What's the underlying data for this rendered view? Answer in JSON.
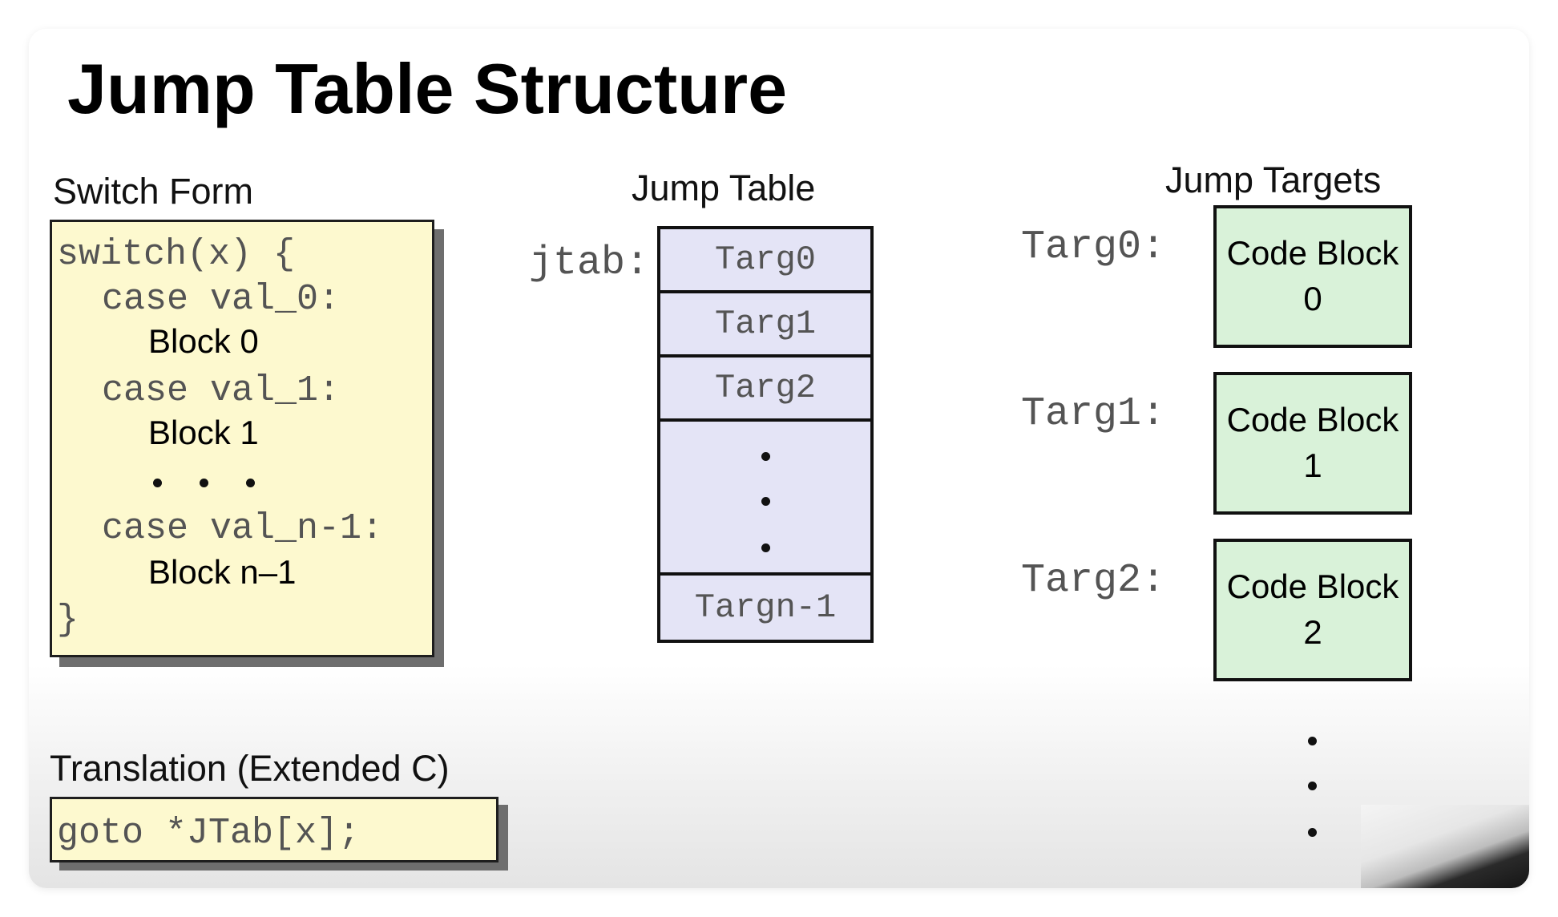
{
  "slide": {
    "title": "Jump Table Structure"
  },
  "switch_form": {
    "label": "Switch Form",
    "lines": [
      {
        "text": "switch(x) {",
        "kind": "mono"
      },
      {
        "text": "case val_0:",
        "kind": "mono"
      },
      {
        "text": "Block 0",
        "kind": "block"
      },
      {
        "text": "case val_1:",
        "kind": "mono"
      },
      {
        "text": "Block 1",
        "kind": "block"
      },
      {
        "text": "case val_n-1:",
        "kind": "mono"
      },
      {
        "text": "Block n–1",
        "kind": "block"
      },
      {
        "text": "}",
        "kind": "mono"
      }
    ]
  },
  "translation": {
    "label": "Translation (Extended C)",
    "code": "goto *JTab[x];"
  },
  "jump_table": {
    "label": "Jump Table",
    "pointer_label": "jtab:",
    "entries": [
      "Targ0",
      "Targ1",
      "Targ2",
      "Targn-1"
    ]
  },
  "jump_targets": {
    "label": "Jump Targets",
    "targets": [
      {
        "label": "Targ0:",
        "block_line1": "Code Block",
        "block_line2": "0"
      },
      {
        "label": "Targ1:",
        "block_line1": "Code Block",
        "block_line2": "1"
      },
      {
        "label": "Targ2:",
        "block_line1": "Code Block",
        "block_line2": "2"
      }
    ]
  },
  "colors": {
    "switch_box_fill": "#fdf9cf",
    "jump_table_fill": "#e4e4f6",
    "code_block_fill": "#d9f2d9",
    "code_text": "#545454"
  }
}
